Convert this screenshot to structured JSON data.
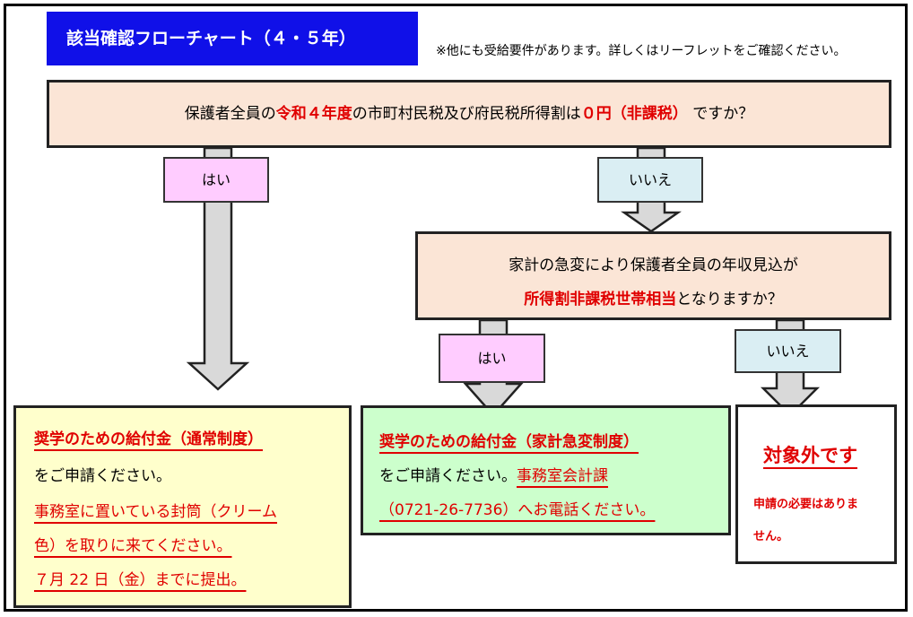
{
  "title": "該当確認フローチャート（４・５年）",
  "note": "※他にも受給要件があります。詳しくはリーフレットをご確認ください。",
  "question1": {
    "p1": "保護者全員の",
    "p2": "令和４年度",
    "p3": "の市町村民税及び府民税所得割は",
    "p4": "０円（非課税）",
    "p5": "ですか？"
  },
  "question2": {
    "line1": "家計の急変により保護者全員の年収見込が",
    "line2_red": "所得割非課税世帯相当",
    "line2_rest": "となりますか？"
  },
  "labels": {
    "yes1": "はい",
    "no1": "いいえ",
    "yes2": "はい",
    "no2": "いいえ"
  },
  "result_regular": {
    "heading": "奨学のための給付金（通常制度）",
    "line2": "をご申請ください。",
    "line3": "事務室に置いている封筒（クリーム",
    "line4": "色）を取りに来てください。",
    "line5": "７月 22 日（金）までに提出。"
  },
  "result_sudden": {
    "heading": "奨学のための給付金（家計急変制度）",
    "line2a": "をご申請ください。",
    "line2b": "事務室会計課",
    "line3": "（0721-26-7736）へお電話ください。"
  },
  "result_none": {
    "heading": "対象外です",
    "line2": "申請の必要はありま",
    "line3": "せん。"
  },
  "colors": {
    "title_bg": "#1010e8",
    "question_bg": "#fbe5d6",
    "yes_bg": "#ffccff",
    "no_bg": "#daeef3",
    "regular_bg": "#ffffcc",
    "sudden_bg": "#ccffcc",
    "accent_red": "#e00000",
    "arrow_fill": "#d9d9d9"
  }
}
